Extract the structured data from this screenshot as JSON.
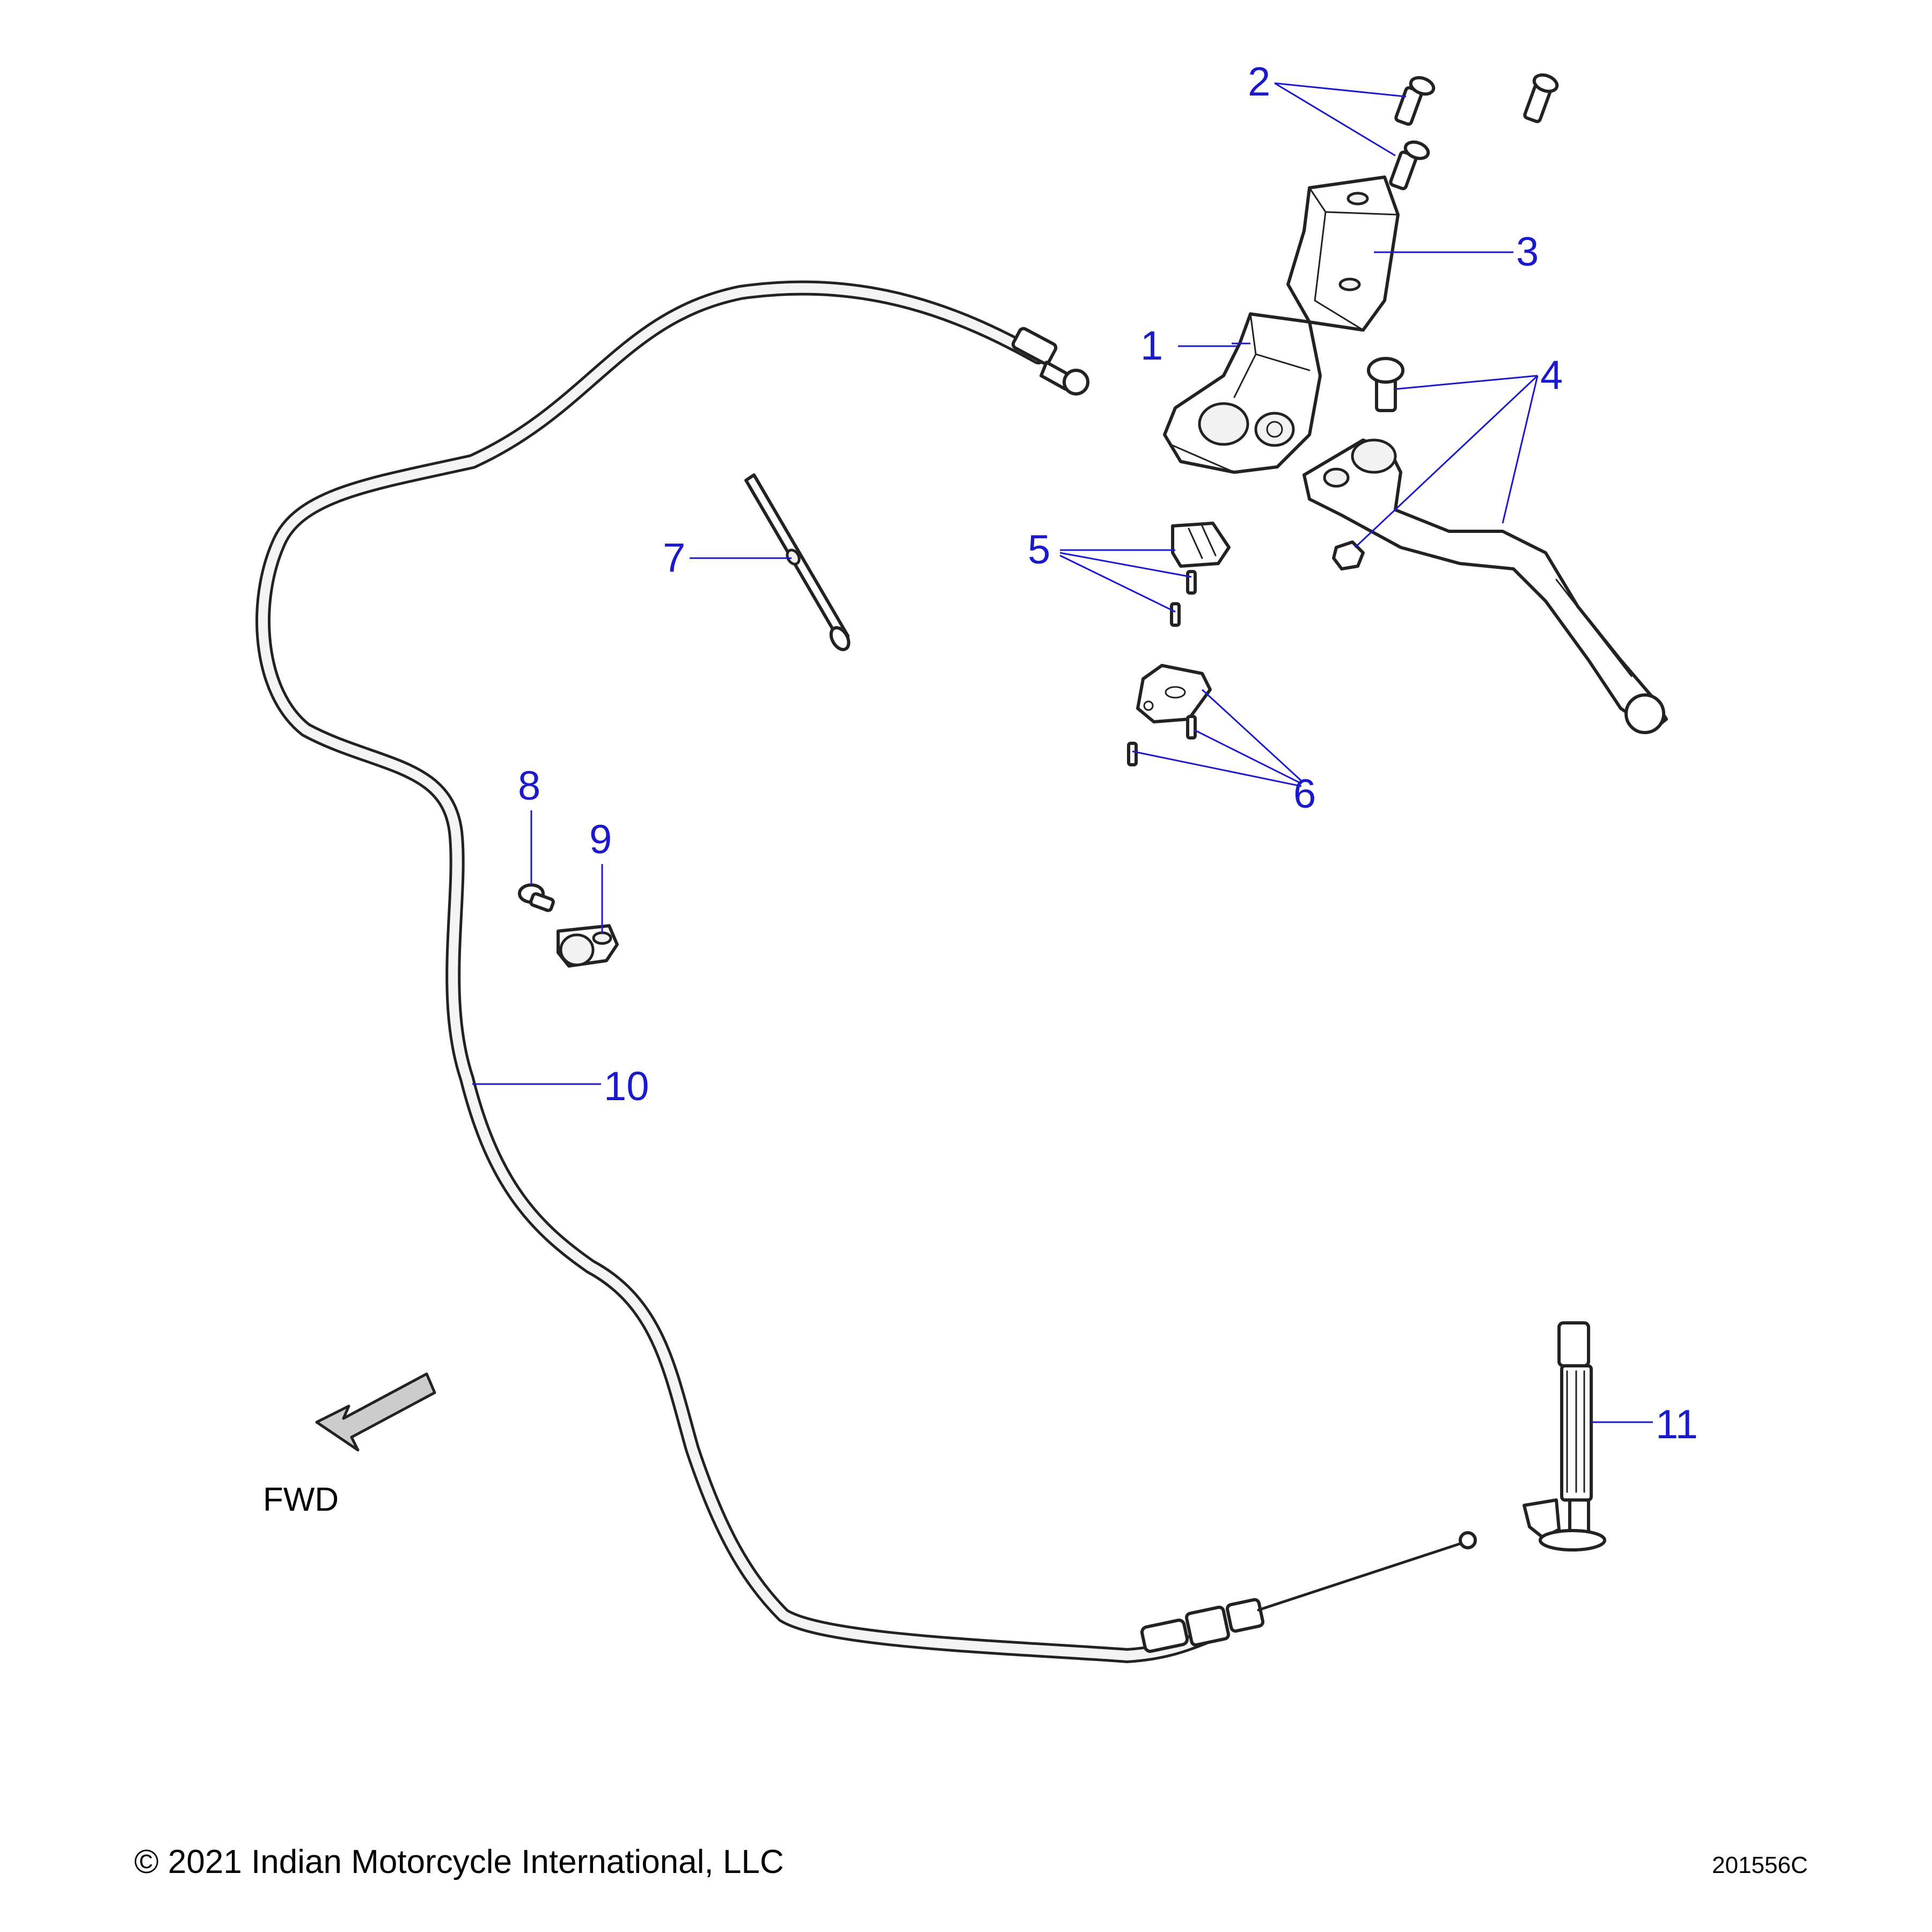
{
  "callouts": {
    "c1": "1",
    "c2": "2",
    "c3": "3",
    "c4": "4",
    "c5": "5",
    "c6": "6",
    "c7": "7",
    "c8": "8",
    "c9": "9",
    "c10": "10",
    "c11": "11"
  },
  "direction_label": "FWD",
  "copyright": "© 2021 Indian Motorcycle International, LLC",
  "drawing_code": "201556C",
  "colors": {
    "callout": "#1a1acc",
    "arrow_fill": "#cccccc",
    "line": "#222222"
  }
}
